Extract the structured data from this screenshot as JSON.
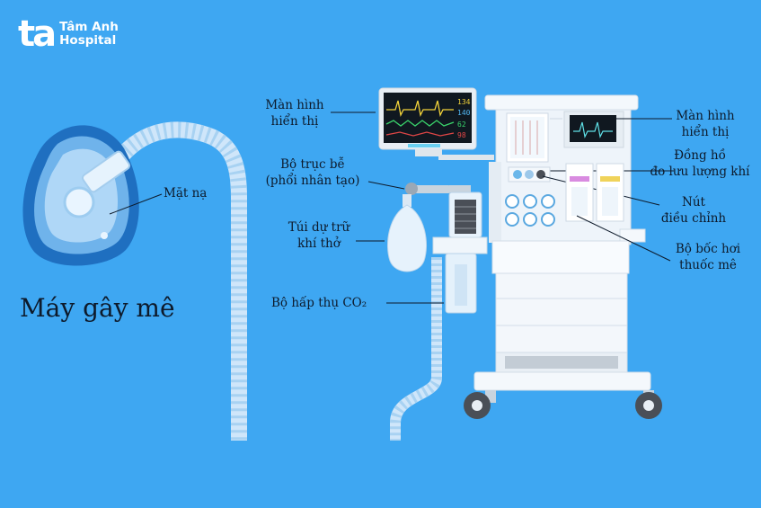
{
  "brand": {
    "mark": "ta",
    "name_line1": "Tâm Anh",
    "name_line2": "Hospital"
  },
  "title": "Máy gây mê",
  "labels": {
    "mask": "Mặt nạ",
    "left_screen": [
      "Màn hình",
      "hiển thị"
    ],
    "bag_unit": [
      "Bộ trục bễ",
      "(phổi nhân tạo)"
    ],
    "reservoir_bag": [
      "Túi dự trữ",
      "khí thở"
    ],
    "co2_absorber": "Bộ hấp thụ CO₂",
    "right_screen": [
      "Màn hình",
      "hiển thị"
    ],
    "flowmeter": [
      "Đồng hồ",
      "đo lưu lượng khí"
    ],
    "control_knob": [
      "Nút",
      "điều chỉnh"
    ],
    "vaporizer": [
      "Bộ bốc hơi",
      "thuốc mê"
    ]
  },
  "monitor_readings": [
    "134",
    "140",
    "62",
    "98"
  ],
  "colors": {
    "background": "#3ea7f2",
    "text": "#0d1a2b",
    "machine_body": "#f4f8fc",
    "screen": "#101820",
    "mask_dark": "#1f6fc0"
  }
}
